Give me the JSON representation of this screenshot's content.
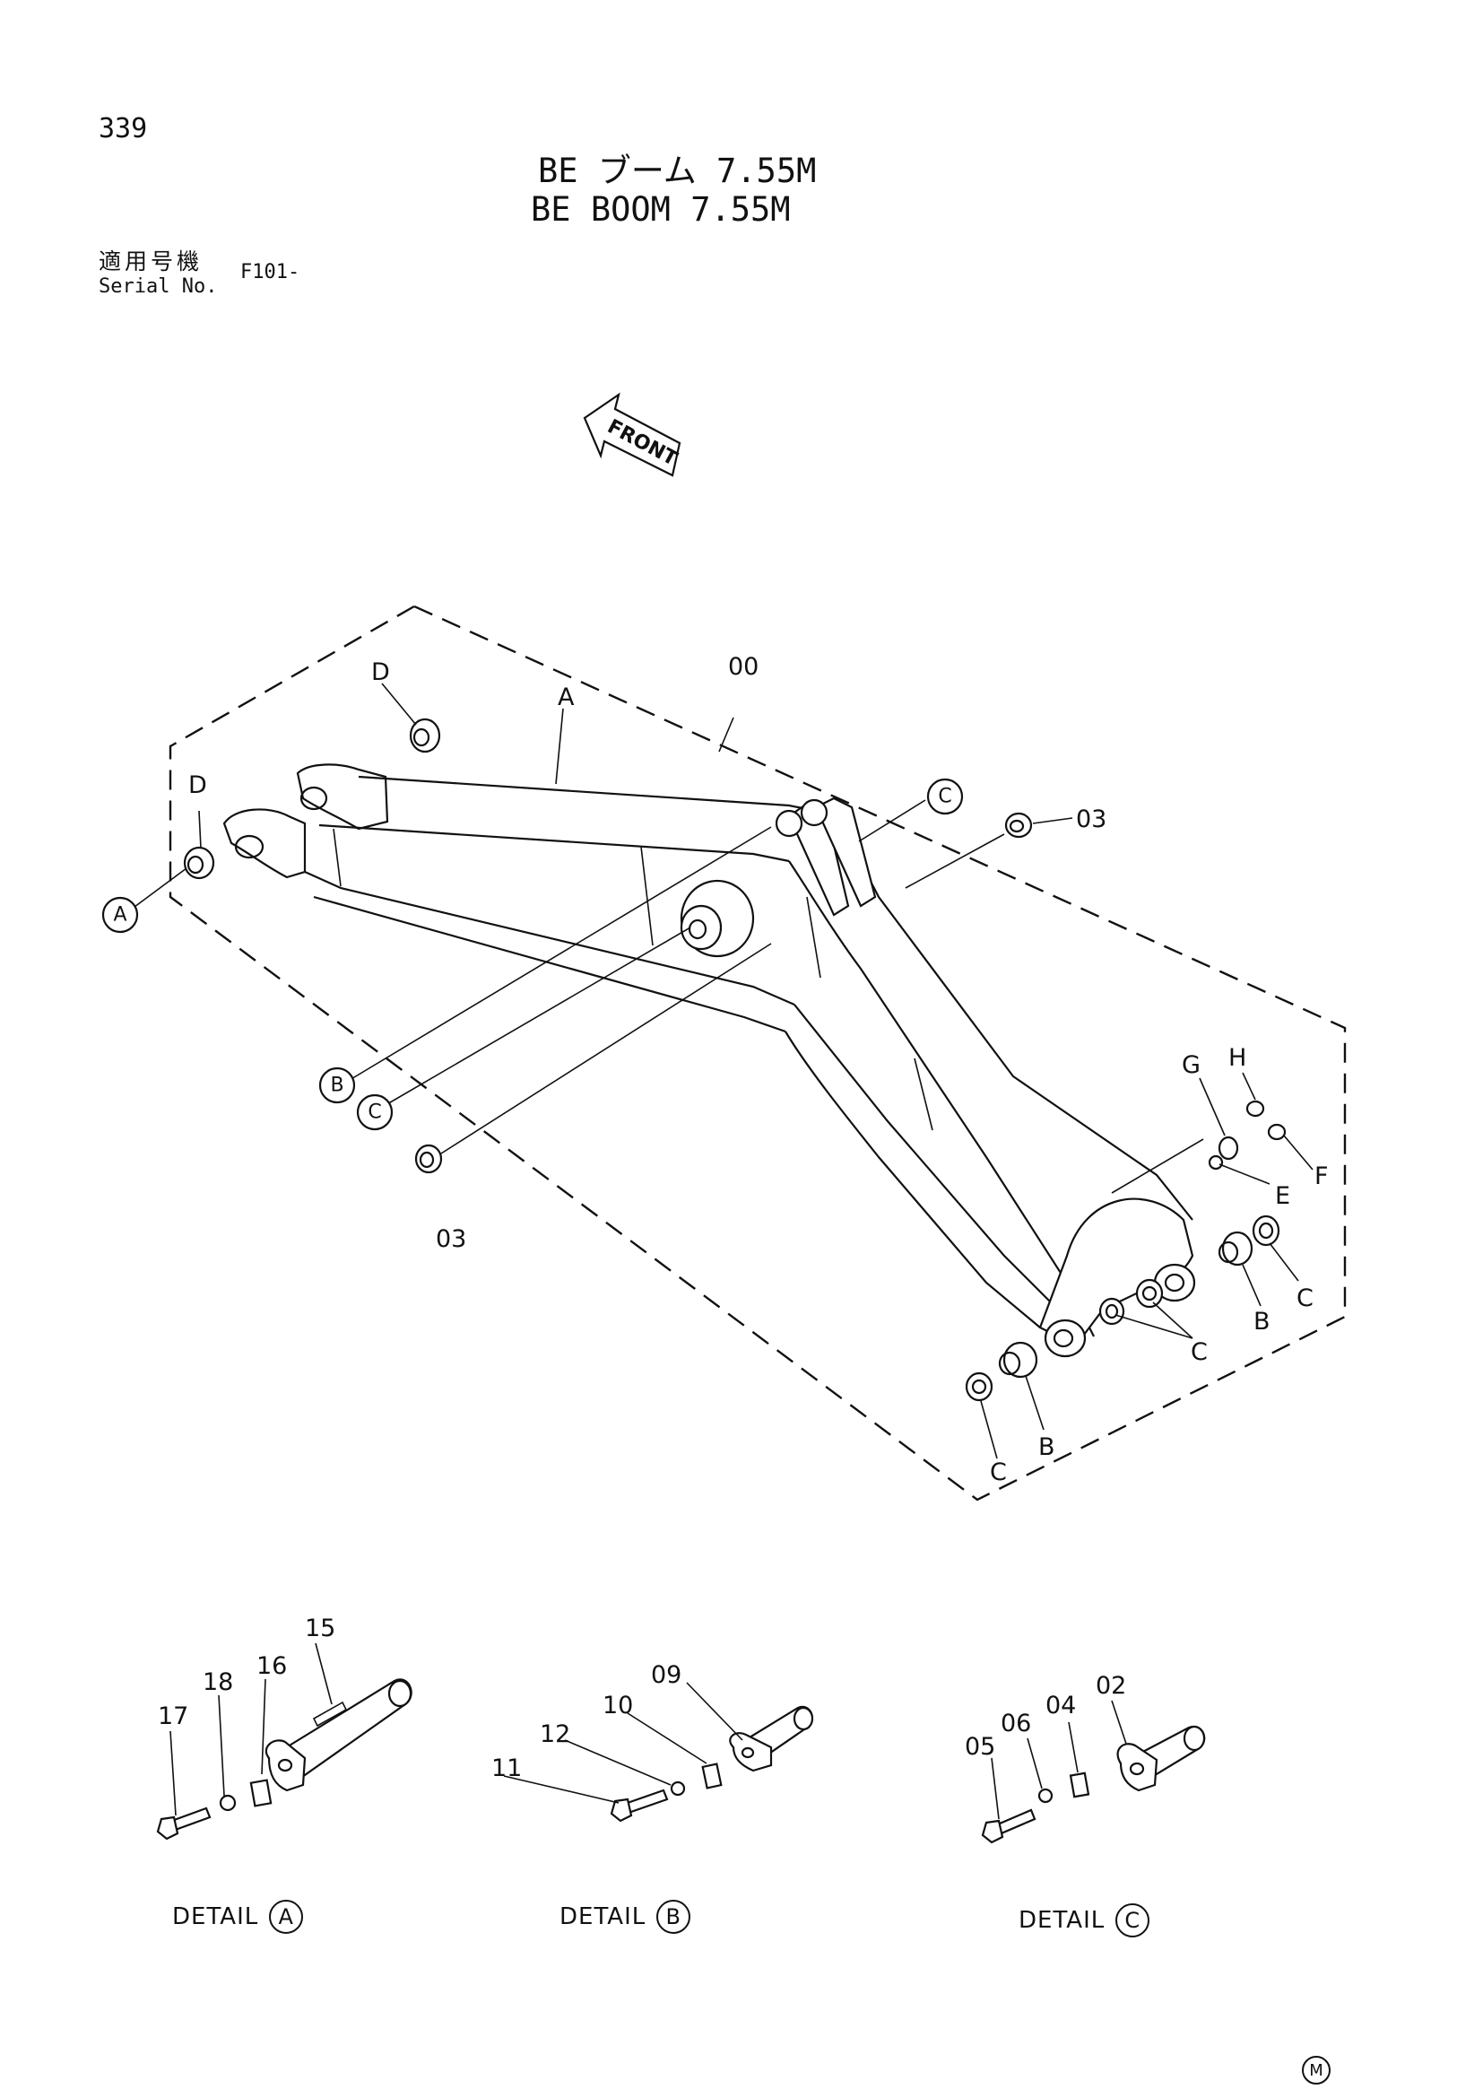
{
  "page_number": "339",
  "title_jp": "BE ブーム 7.55M",
  "title_en": "BE BOOM 7.55M",
  "serial_label_jp": "適用号機",
  "serial_label_en": "Serial No.",
  "serial_value": "F101-",
  "front_label": "FRONT",
  "labels": {
    "assembly": "00",
    "A": "A",
    "B": "B",
    "C": "C",
    "D": "D",
    "E": "E",
    "F": "F",
    "G": "G",
    "H": "H",
    "p02": "02",
    "p03": "03",
    "p04": "04",
    "p05": "05",
    "p06": "06",
    "p09": "09",
    "p10": "10",
    "p11": "11",
    "p12": "12",
    "p15": "15",
    "p16": "16",
    "p17": "17",
    "p18": "18"
  },
  "details": {
    "a": {
      "text": "DETAIL",
      "mark": "A"
    },
    "b": {
      "text": "DETAIL",
      "mark": "B"
    },
    "c": {
      "text": "DETAIL",
      "mark": "C"
    }
  },
  "corner_mark": "M"
}
